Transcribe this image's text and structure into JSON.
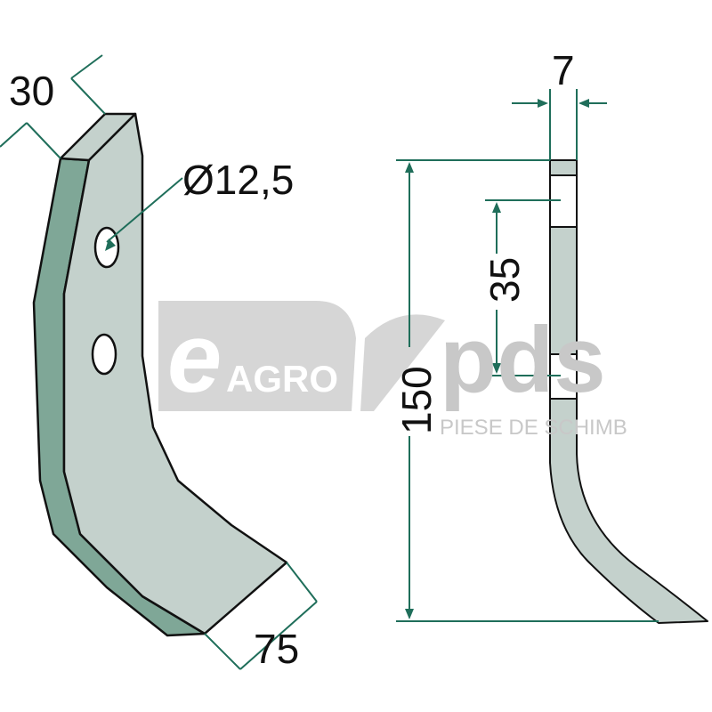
{
  "dimensions": {
    "width": "30",
    "hole_diameter": "Ø12,5",
    "thickness": "7",
    "hole_spacing": "35",
    "height": "150",
    "tip_width": "75"
  },
  "watermark": {
    "logo_e": "e",
    "logo_agro": "AGRO",
    "logo_pds": "pds",
    "tagline": "PIESE DE SCHIMB"
  },
  "colors": {
    "front_face": "#c4d1cc",
    "side_face": "#7fa797",
    "dimension_line": "#1f6e5a",
    "outline": "#111111"
  }
}
